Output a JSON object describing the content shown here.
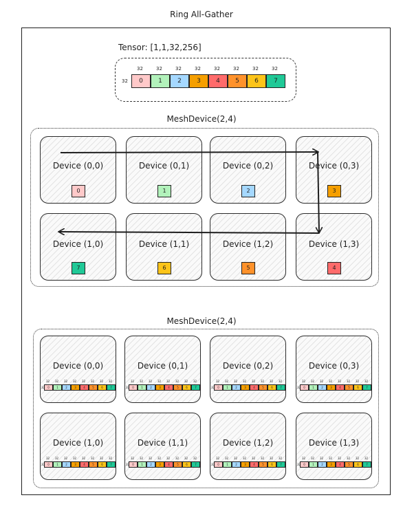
{
  "title": "Ring All-Gather",
  "tensor": {
    "label": "Tensor: [1,1,32,256]",
    "row_size": "32",
    "col_sizes": [
      "32",
      "32",
      "32",
      "32",
      "32",
      "32",
      "32",
      "32"
    ],
    "shards": [
      "0",
      "1",
      "2",
      "3",
      "4",
      "5",
      "6",
      "7"
    ]
  },
  "colors": {
    "shards": [
      "#ffc9c9",
      "#b2f2bb",
      "#a5d8ff",
      "#f59f00",
      "#ff6b6b",
      "#ff922b",
      "#fcc419",
      "#20c997"
    ]
  },
  "mesh_before": {
    "label": "MeshDevice(2,4)",
    "devices": [
      {
        "name": "Device (0,0)",
        "shard": "0"
      },
      {
        "name": "Device (0,1)",
        "shard": "1"
      },
      {
        "name": "Device (0,2)",
        "shard": "2"
      },
      {
        "name": "Device (0,3)",
        "shard": "3"
      },
      {
        "name": "Device (1,0)",
        "shard": "7"
      },
      {
        "name": "Device (1,1)",
        "shard": "6"
      },
      {
        "name": "Device (1,2)",
        "shard": "5"
      },
      {
        "name": "Device (1,3)",
        "shard": "4"
      }
    ]
  },
  "mesh_after": {
    "label": "MeshDevice(2,4)",
    "devices": [
      {
        "name": "Device (0,0)"
      },
      {
        "name": "Device (0,1)"
      },
      {
        "name": "Device (0,2)"
      },
      {
        "name": "Device (0,3)"
      },
      {
        "name": "Device (1,0)"
      },
      {
        "name": "Device (1,1)"
      },
      {
        "name": "Device (1,2)"
      },
      {
        "name": "Device (1,3)"
      }
    ]
  }
}
